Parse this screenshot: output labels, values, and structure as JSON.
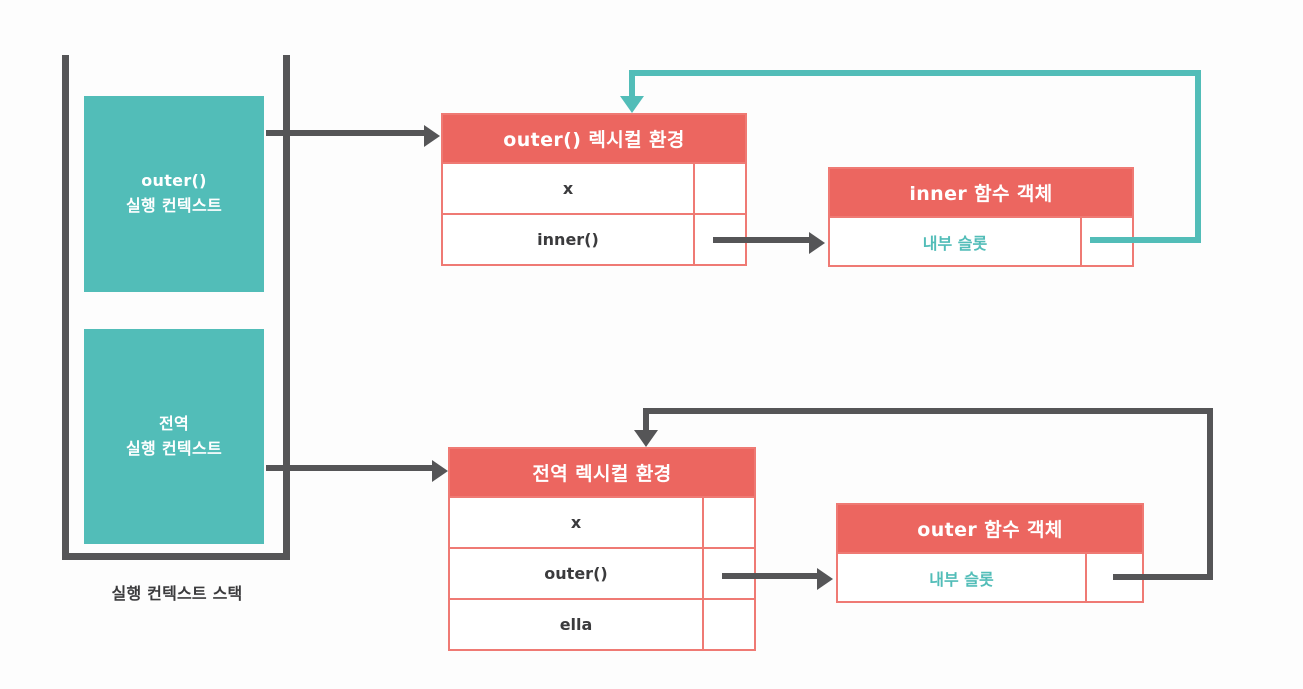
{
  "stack": {
    "label": "실행 컨텍스트 스택",
    "frames": [
      {
        "name": "outer-execution-context",
        "line1": "outer()",
        "line2": "실행 컨텍스트"
      },
      {
        "name": "global-execution-context",
        "line1": "전역",
        "line2": "실행 컨텍스트"
      }
    ]
  },
  "outer_lexical_environment": {
    "header": "outer() 렉시컬 환경",
    "rows": [
      {
        "key": "x",
        "value": ""
      },
      {
        "key": "inner()",
        "value": ""
      }
    ]
  },
  "global_lexical_environment": {
    "header": "전역 렉시컬 환경",
    "rows": [
      {
        "key": "x",
        "value": ""
      },
      {
        "key": "outer()",
        "value": ""
      },
      {
        "key": "ella",
        "value": ""
      }
    ]
  },
  "inner_function_object": {
    "header": "inner 함수 객체",
    "rows": [
      {
        "key": "내부 슬롯",
        "value": ""
      }
    ]
  },
  "outer_function_object": {
    "header": "outer 함수 객체",
    "rows": [
      {
        "key": "내부 슬롯",
        "value": ""
      }
    ]
  },
  "colors": {
    "teal": "#52bdb8",
    "red": "#ec6660",
    "red_border": "#ef7a74",
    "gray": "#555557",
    "text_dark": "#3b3b3d",
    "background": "#fdfdfd"
  },
  "connectors": [
    {
      "name": "outer-context-to-outer-env",
      "color": "#555557",
      "style": "straight-arrow"
    },
    {
      "name": "global-context-to-global-env",
      "color": "#555557",
      "style": "straight-arrow"
    },
    {
      "name": "inner-entry-to-inner-object",
      "color": "#555557",
      "style": "straight-arrow"
    },
    {
      "name": "outer-entry-to-outer-object",
      "color": "#555557",
      "style": "straight-arrow"
    },
    {
      "name": "inner-slot-to-outer-env",
      "color": "#52bdb8",
      "style": "loop-arrow"
    },
    {
      "name": "outer-slot-to-global-env",
      "color": "#555557",
      "style": "loop-arrow"
    }
  ]
}
